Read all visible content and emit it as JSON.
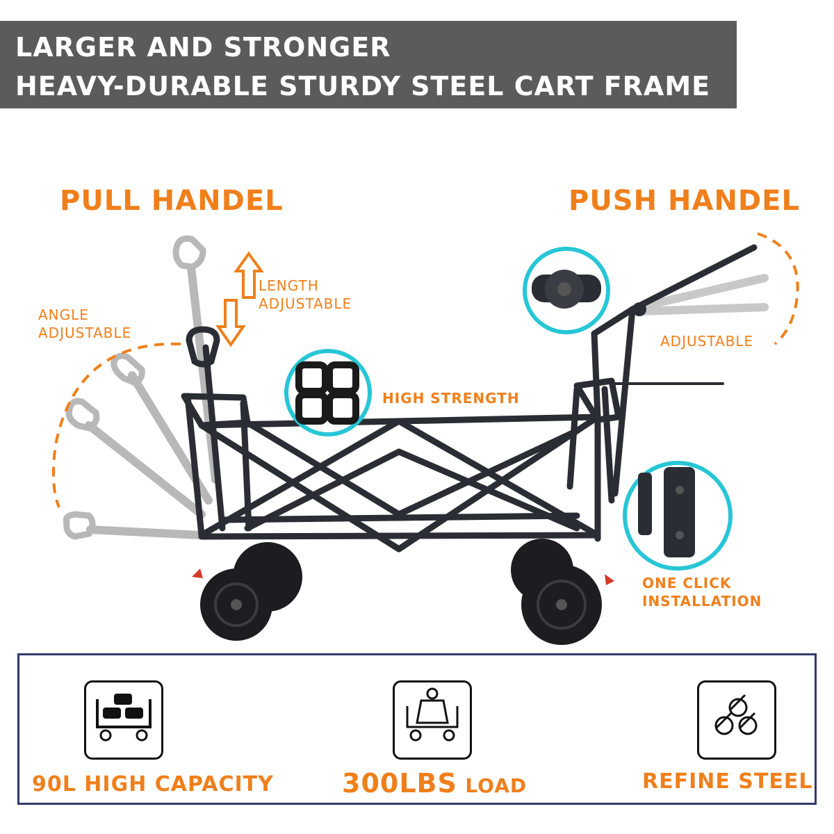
{
  "banner": {
    "line1": "LARGER AND STRONGER",
    "line2": "HEAVY-DURABLE STURDY STEEL CART FRAME"
  },
  "headings": {
    "pull": "PULL HANDEL",
    "push": "PUSH HANDEL"
  },
  "callouts": {
    "angle_line1": "ANGLE",
    "angle_line2": "ADJUSTABLE",
    "length_line1": "LENGTH",
    "length_line2": "ADJUSTABLE",
    "high_strength": "HIGH STRENGTH",
    "adjustable": "ADJUSTABLE",
    "one_click_line1": "ONE CLICK",
    "one_click_line2": "INSTALLATION"
  },
  "features": [
    {
      "label": "90L HIGH CAPACITY",
      "icon": "cart-boxes-icon"
    },
    {
      "label_big": "300LBS",
      "label_small": "LOAD",
      "icon": "cart-weight-icon"
    },
    {
      "label": "REFINE STEEL",
      "icon": "steel-pipes-icon"
    }
  ],
  "colors": {
    "accent": "#f07f1b",
    "banner": "#5b5b5b",
    "circle": "#27c6d6",
    "frame": "#2a2d33",
    "border": "#2f3a6b"
  }
}
